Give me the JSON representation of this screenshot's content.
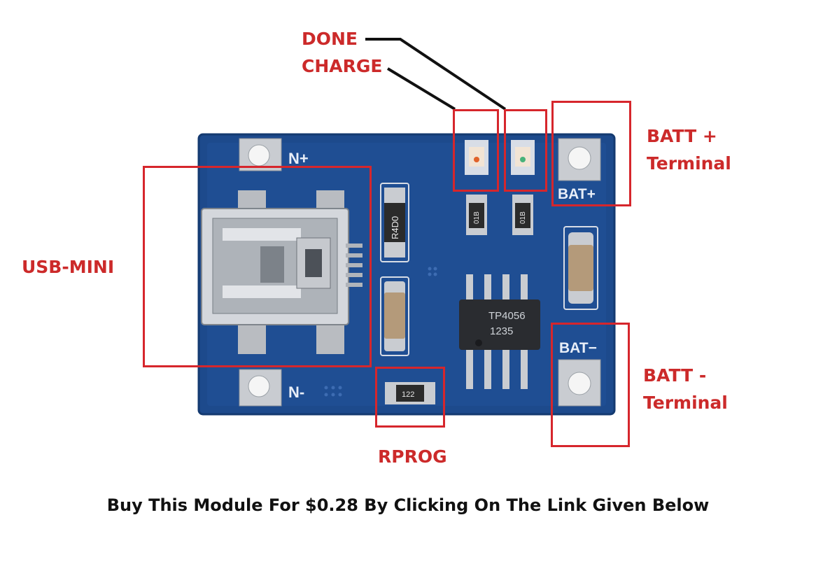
{
  "labels": {
    "done": "DONE",
    "charge": "CHARGE",
    "batt_plus": "BATT +",
    "batt_plus_sub": "Terminal",
    "usb_mini": "USB-MINI",
    "batt_minus": "BATT -",
    "batt_minus_sub": "Terminal",
    "rprog": "RPROG"
  },
  "board": {
    "silk_n_plus": "N+",
    "silk_n_minus": "N-",
    "silk_bat_plus": "BAT+",
    "silk_bat_minus": "BAT−",
    "resistor_r1": "R4D0",
    "resistor_led1": "01B",
    "resistor_led2": "01B",
    "resistor_prog": "122",
    "ic_line1": "TP4056",
    "ic_line2": "1235"
  },
  "caption": "Buy This Module For $0.28 By Clicking On The Link Given Below",
  "colors": {
    "annotation_red": "#d6262c",
    "pcb_blue": "#1d4a8c",
    "pad_silver": "#c9ccd1"
  }
}
